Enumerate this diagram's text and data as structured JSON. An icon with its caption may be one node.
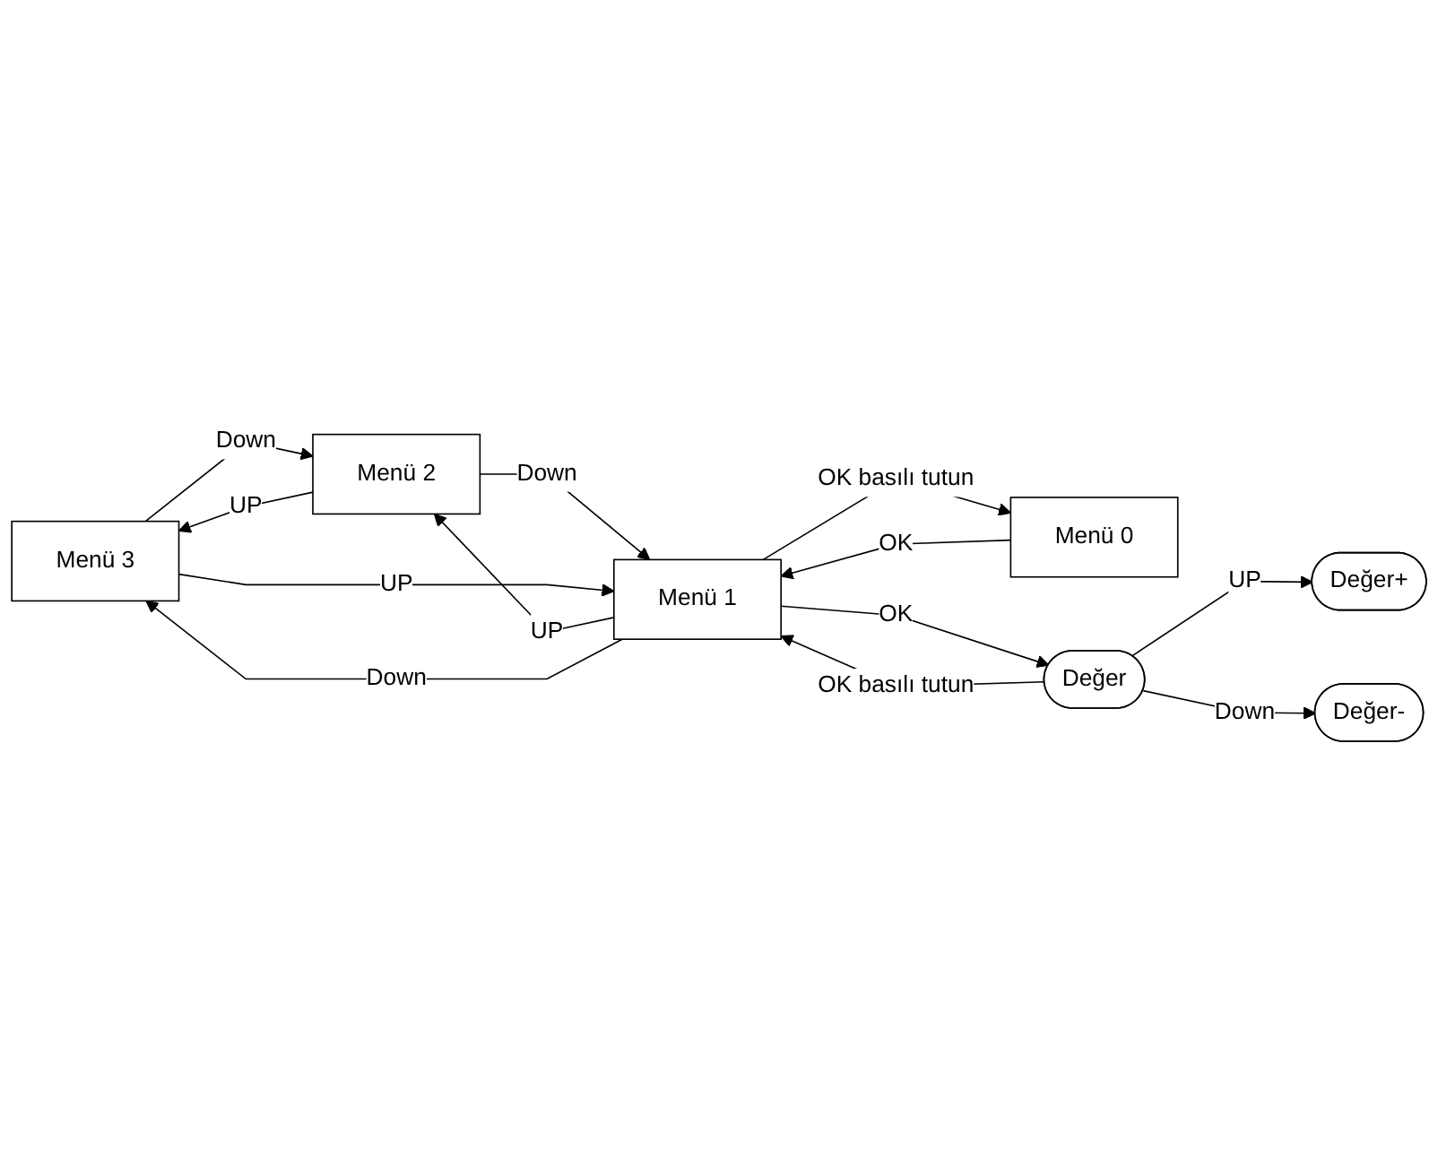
{
  "diagram": {
    "nodes": [
      {
        "text": [
          "Menü 3"
        ]
      },
      {
        "text": [
          "Menü 2"
        ]
      },
      {
        "text": [
          "Değer+"
        ]
      },
      {
        "text": [
          "Menü 0"
        ]
      },
      {
        "text": [
          "Menü 1"
        ]
      },
      {
        "text": [
          "Değer"
        ]
      },
      {
        "text": [
          "Değer-"
        ]
      }
    ],
    "edges": [
      {
        "from": 3,
        "to": 4,
        "arrow": "to",
        "label": "OK"
      },
      {
        "from": 4,
        "to": 5,
        "arrow": "to",
        "label": "OK"
      },
      {
        "from": 0,
        "to": 1,
        "arrow": "to",
        "label": "Down"
      },
      {
        "from": 1,
        "to": 0,
        "arrow": "to",
        "label": "UP"
      },
      {
        "from": 1,
        "to": 4,
        "arrow": "to",
        "label": "Down"
      },
      {
        "from": 4,
        "to": 1,
        "arrow": "to",
        "label": "UP"
      },
      {
        "from": 4,
        "to": 0,
        "arrow": "to",
        "label": "Down"
      },
      {
        "from": 0,
        "to": 4,
        "arrow": "to",
        "label": "UP"
      },
      {
        "from": 5,
        "to": 2,
        "arrow": "to",
        "label": "UP"
      },
      {
        "from": 5,
        "to": 6,
        "arrow": "to",
        "label": "Down"
      },
      {
        "from": 4,
        "to": 3,
        "arrow": "to",
        "label": "OK basılı tutun"
      },
      {
        "from": 5,
        "to": 4,
        "arrow": "to",
        "label": "OK basılı tutun"
      }
    ]
  }
}
